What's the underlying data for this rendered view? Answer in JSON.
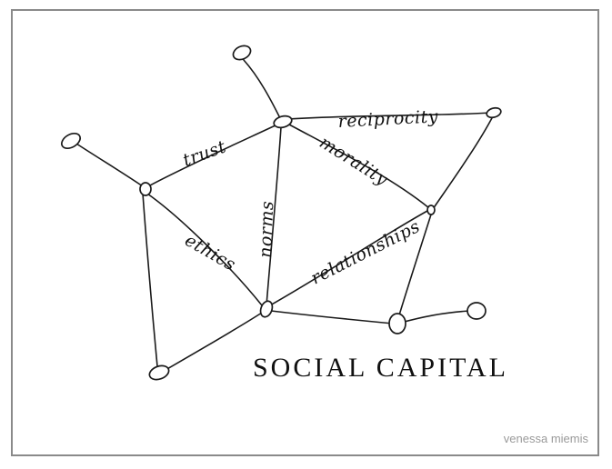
{
  "diagram": {
    "title": "SOCIAL CAPITAL",
    "labels": {
      "trust": "trust",
      "reciprocity": "reciprocity",
      "morality": "morality",
      "norms": "norms",
      "ethics": "ethics",
      "relationships": "relationships"
    },
    "credit": "venessa miemis",
    "colors": {
      "ink": "#1a1a1a",
      "frame": "#8a8a8a",
      "credit": "#9a9a9a"
    }
  }
}
